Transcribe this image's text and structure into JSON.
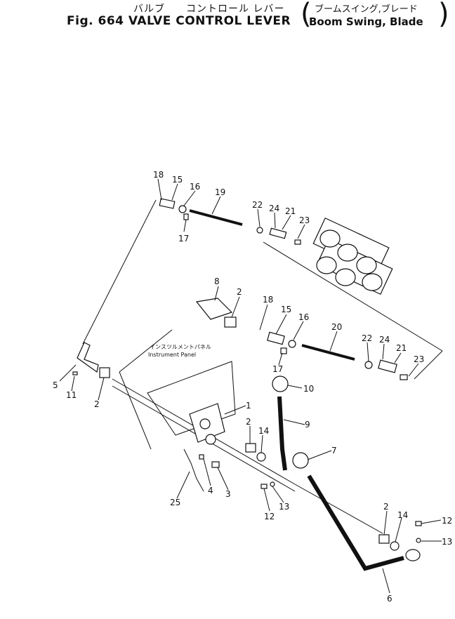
{
  "header": {
    "jp_title": "バルブ　　コントロール レバー",
    "jp_subtitle": "ブームスイング,ブレード",
    "fig_title": "Fig. 664 VALVE CONTROL LEVER",
    "fig_subtitle": "Boom Swing, Blade"
  },
  "panel_label": {
    "jp": "インスツルメントパネル",
    "en": "Instrument Panel"
  },
  "callouts": [
    "18",
    "15",
    "16",
    "19",
    "22",
    "24",
    "21",
    "23",
    "17",
    "8",
    "2",
    "18",
    "15",
    "16",
    "20",
    "22",
    "24",
    "21",
    "23",
    "17",
    "5",
    "11",
    "2",
    "10",
    "1",
    "9",
    "2",
    "14",
    "7",
    "4",
    "3",
    "25",
    "12",
    "13",
    "2",
    "14",
    "12",
    "13",
    "6"
  ]
}
